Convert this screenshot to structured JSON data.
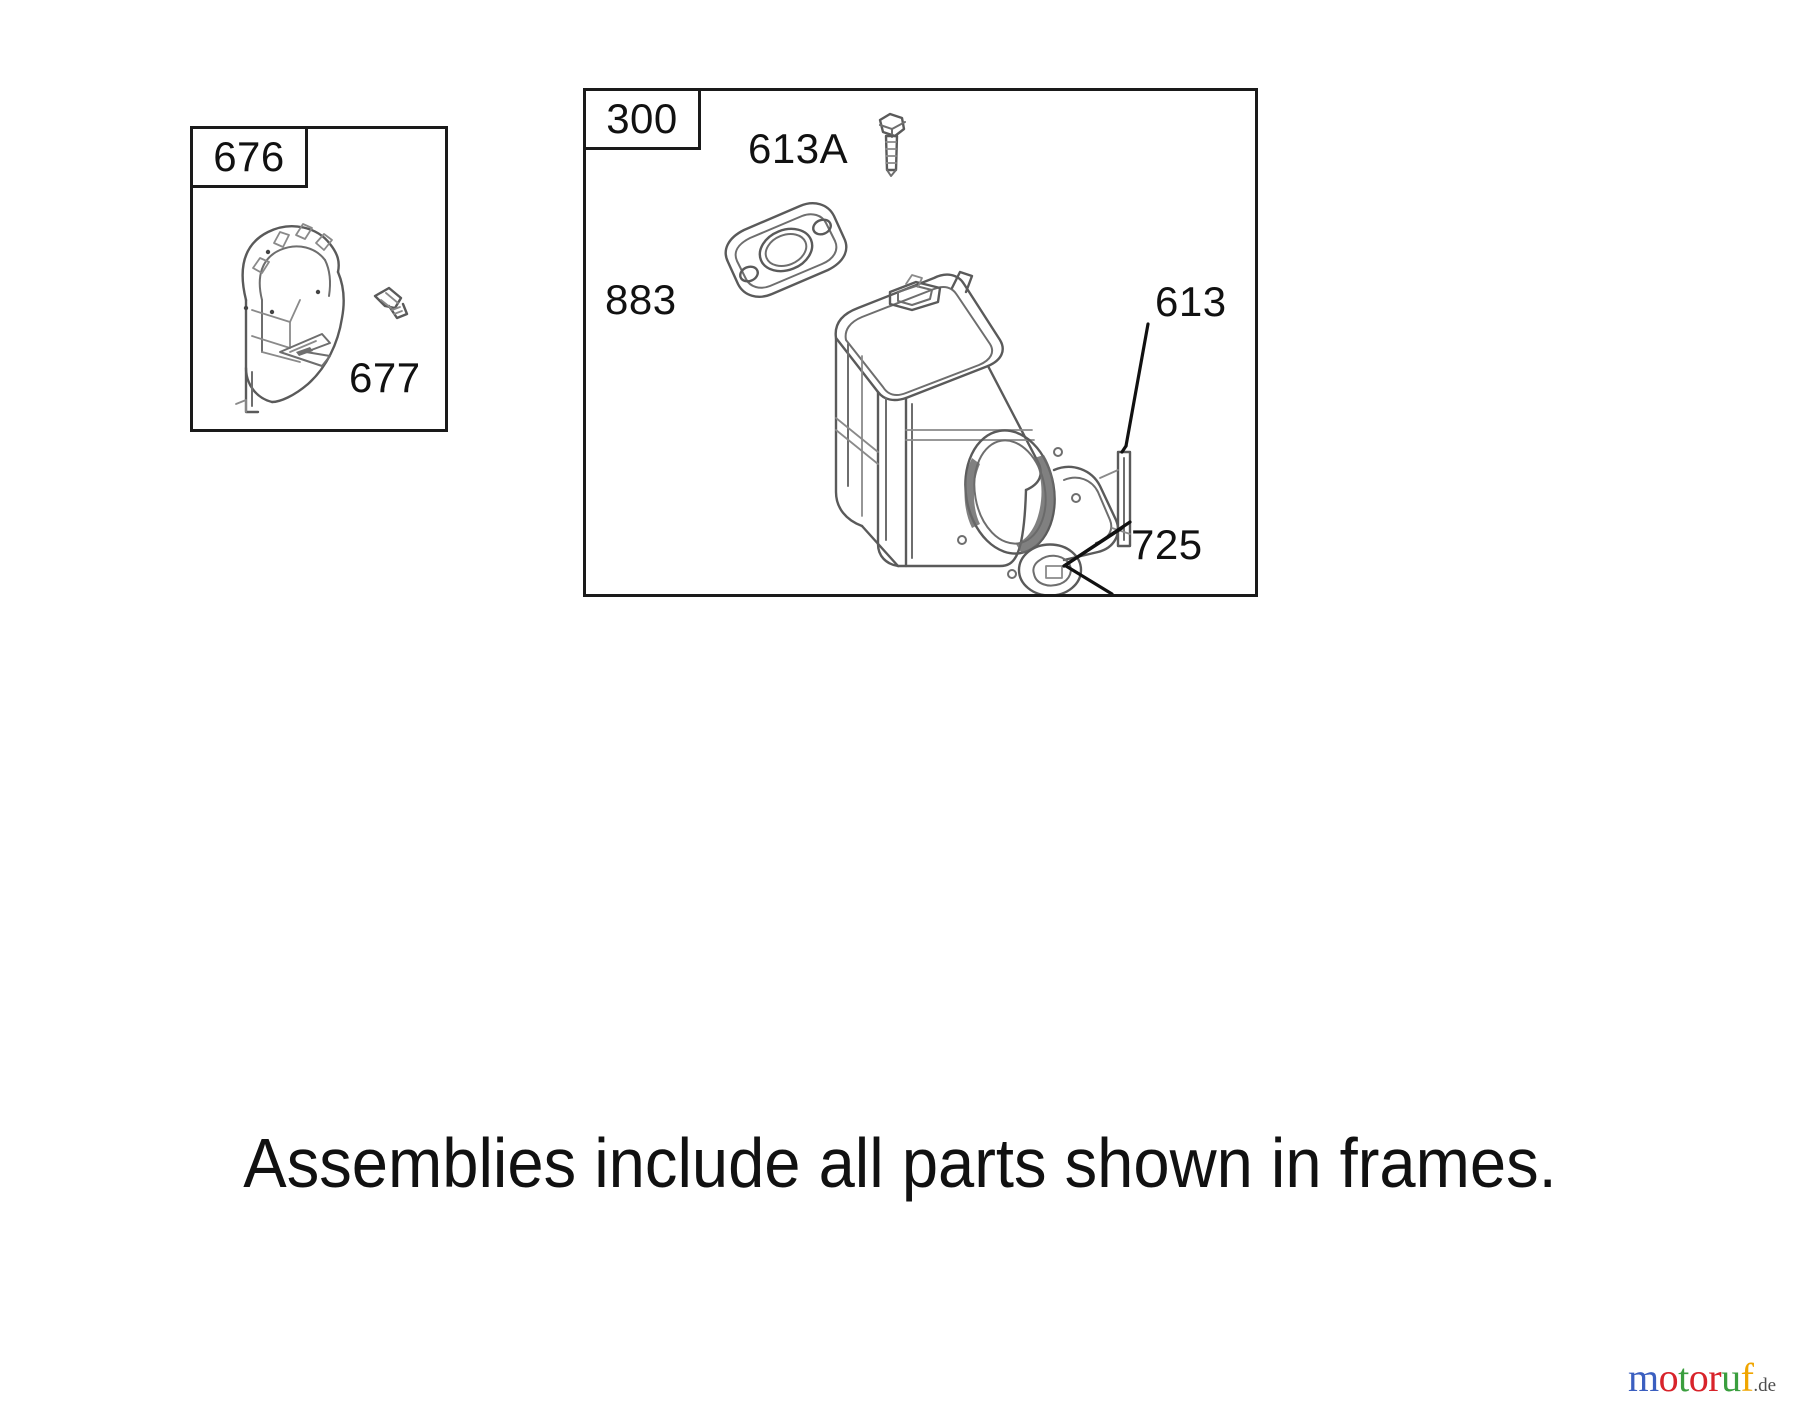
{
  "document": {
    "type": "parts-diagram",
    "caption": "Assemblies include all parts shown in frames."
  },
  "frames": [
    {
      "id": "frame-676",
      "tag_label": "676",
      "part_name": "flywheel-brake-cover-assembly",
      "callouts": [
        {
          "ref": "677",
          "part": "screw"
        }
      ]
    },
    {
      "id": "frame-300",
      "tag_label": "300",
      "part_name": "muffler-assembly",
      "callouts": [
        {
          "ref": "613A",
          "part": "screw-hex-head"
        },
        {
          "ref": "883",
          "part": "exhaust-gasket"
        },
        {
          "ref": "613",
          "part": "screw"
        },
        {
          "ref": "725",
          "part": "muffler-bracket"
        }
      ]
    }
  ],
  "labels": {
    "tag_676": "676",
    "tag_300": "300",
    "ref_677": "677",
    "ref_613a": "613A",
    "ref_883": "883",
    "ref_613": "613",
    "ref_725": "725"
  },
  "watermark": {
    "letters": [
      {
        "char": "m",
        "color": "#3b5fc0"
      },
      {
        "char": "o",
        "color": "#d8232a"
      },
      {
        "char": "t",
        "color": "#3a9e3e"
      },
      {
        "char": "o",
        "color": "#d8232a"
      },
      {
        "char": "r",
        "color": "#d8232a"
      },
      {
        "char": "u",
        "color": "#3a9e3e"
      },
      {
        "char": "f",
        "color": "#f0a500"
      }
    ],
    "suffix": ".de",
    "suffix_color": "#4d4d4d"
  },
  "colors": {
    "line": "#1a1a1a",
    "drawing_line": "#555555",
    "background": "#ffffff",
    "text": "#111111"
  }
}
